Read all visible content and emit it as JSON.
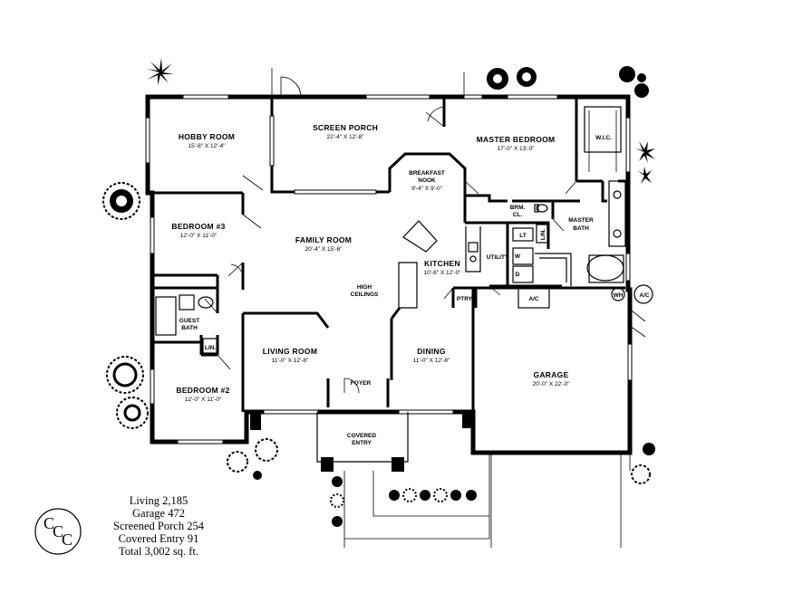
{
  "rooms": {
    "hobby": {
      "name": "HOBBY ROOM",
      "dim": "15'-8\" X 12'-4\""
    },
    "screen_porch": {
      "name": "SCREEN PORCH",
      "dim": "22'-4\" X 12'-8\""
    },
    "master_bedroom": {
      "name": "MASTER BEDROOM",
      "dim": "17'-0\" X 13'-0\""
    },
    "wic": {
      "name": "W.I.C."
    },
    "breakfast": {
      "name1": "BREAKFAST",
      "name2": "NOOK",
      "dim": "9'-4\" X 9'-0\""
    },
    "bedroom3": {
      "name": "BEDROOM #3",
      "dim": "12'-0\" X 11'-0\""
    },
    "family": {
      "name": "FAMILY ROOM",
      "dim": "20'-4\" X 15'-6\""
    },
    "high_ceilings": {
      "line1": "HIGH",
      "line2": "CEILINGS"
    },
    "kitchen": {
      "name": "KITCHEN",
      "dim": "10'-8\" X 12'-0\""
    },
    "utility": {
      "name": "UTILITY"
    },
    "brm_cl": {
      "line1": "BRM.",
      "line2": "CL."
    },
    "lin_master": {
      "name": "LIN."
    },
    "master_bath": {
      "line1": "MASTER",
      "line2": "BATH"
    },
    "lt": {
      "name": "LT"
    },
    "washer": {
      "name": "W"
    },
    "dryer": {
      "name": "D"
    },
    "ac_inside": {
      "name": "A/C"
    },
    "ac_outside": {
      "name": "A/C"
    },
    "ptry": {
      "name": "PTRY."
    },
    "guest_bath": {
      "line1": "GUEST",
      "line2": "BATH"
    },
    "lin_guest": {
      "name": "LIN."
    },
    "living": {
      "name": "LIVING ROOM",
      "dim": "11'-0\" X 12'-8\""
    },
    "dining": {
      "name": "DINING",
      "dim": "11'-0\" X 12'-8\""
    },
    "garage": {
      "name": "GARAGE",
      "dim": "20'-0\" X 22'-0\""
    },
    "bedroom2": {
      "name": "BEDROOM #2",
      "dim": "12'-0\" X 11'-0\""
    },
    "foyer": {
      "name": "FOYER"
    },
    "covered_entry": {
      "line1": "COVERED",
      "line2": "ENTRY"
    },
    "wh": {
      "name": "WH"
    }
  },
  "summary": {
    "living": "Living 2,185",
    "garage": "Garage 472",
    "screened_porch": "Screened Porch 254",
    "covered_entry": "Covered Entry 91",
    "total": "Total 3,002 sq. ft."
  },
  "logo": {
    "letters": [
      "C",
      "C",
      "C"
    ]
  }
}
